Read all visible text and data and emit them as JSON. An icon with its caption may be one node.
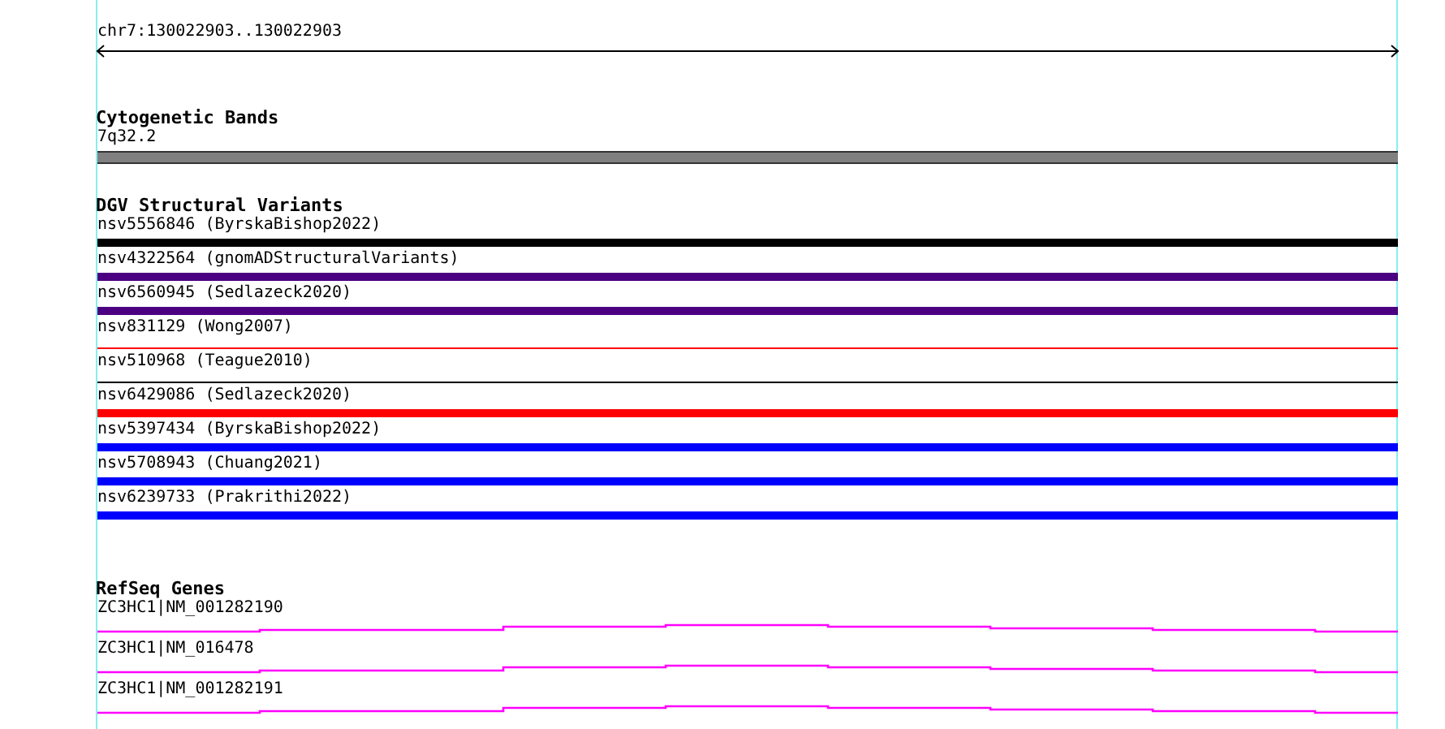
{
  "diagram": {
    "nodes": [
      {
        "text": [
          "Cytogenetic Bands"
        ]
      },
      {
        "text": [
          "7q32.2"
        ],
        "in": 0
      },
      {
        "text": [
          "DGV Structural Variants"
        ]
      },
      {
        "text": [
          "nsv5556846 (ByrskaBishop2022)"
        ],
        "in": 2
      },
      {
        "text": [
          "nsv4322564 (gnomADStructuralVariants)"
        ],
        "in": 2
      },
      {
        "text": [
          "nsv6560945 (Sedlazeck2020)"
        ],
        "in": 2
      },
      {
        "text": [
          "nsv831129 (Wong2007)"
        ],
        "in": 2
      },
      {
        "text": [
          "nsv510968 (Teague2010)"
        ],
        "in": 2
      },
      {
        "text": [
          "nsv6429086 (Sedlazeck2020)"
        ],
        "in": 2
      },
      {
        "text": [
          "nsv5397434 (ByrskaBishop2022)"
        ],
        "in": 2
      },
      {
        "text": [
          "nsv5708943 (Chuang2021)"
        ],
        "in": 2
      },
      {
        "text": [
          "nsv6239733 (Prakrithi2022)"
        ],
        "in": 2
      },
      {
        "text": [
          "RefSeq Genes"
        ]
      },
      {
        "text": [
          "ZC3HC1|NM_001282190"
        ],
        "in": 12
      },
      {
        "text": [
          "ZC3HC1|NM_016478"
        ],
        "in": 12
      },
      {
        "text": [
          "ZC3HC1|NM_001282191"
        ],
        "in": 12
      }
    ],
    "labels": [
      "chr7:130022903..130022903"
    ]
  }
}
